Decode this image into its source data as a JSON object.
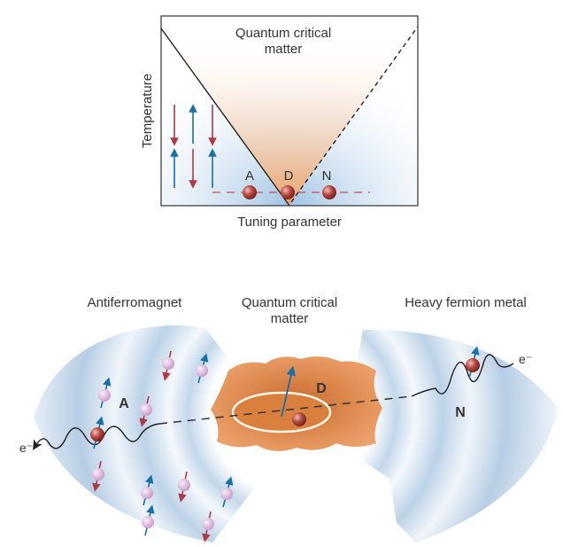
{
  "top_panel": {
    "title_line1": "Quantum critical",
    "title_line2": "matter",
    "y_axis_label": "Temperature",
    "x_axis_label": "Tuning parameter",
    "point_labels": [
      "A",
      "D",
      "N"
    ]
  },
  "bottom_panel": {
    "label_left": "Antiferromagnet",
    "label_center_line1": "Quantum critical",
    "label_center_line2": "matter",
    "label_right": "Heavy fermion metal",
    "region_labels": {
      "a": "A",
      "d": "D",
      "n": "N"
    },
    "electron_left": "e⁻",
    "electron_right": "e⁻"
  },
  "colors": {
    "spin_up": "#1a6fa8",
    "spin_down": "#b03a48",
    "orange": "#e9945a",
    "blue": "#b9d0e6"
  }
}
